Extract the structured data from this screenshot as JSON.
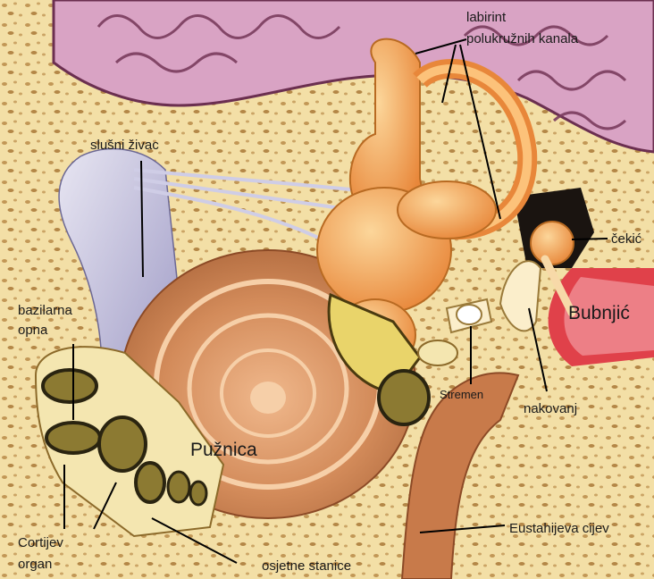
{
  "labels": {
    "labyrinth_line1": "labirint",
    "labyrinth_line2": "polukružnih kanala",
    "auditory_nerve": "slušni živac",
    "basilar_line1": "bazilarna",
    "basilar_line2": "opna",
    "malleus": "čekić",
    "eardrum": "Bubnjić",
    "cochlea": "Pužnica",
    "stapes": "Stremen",
    "incus": "nakovanj",
    "eustachian_tube": "Eustahijeva cijev",
    "organ_line1": "Cortijev",
    "organ_line2": "organ",
    "sensory_cells": "osjetne stanice"
  },
  "colors": {
    "bone": "#f3dfa6",
    "bone_pores": "#b07a3a",
    "tissue_pink": "#d9a3c4",
    "tissue_outline": "#7a3c5e",
    "labyrinth_orange": "#f2a24a",
    "cochlea_brown": "#c87a4a",
    "nerve_blue": "#b9b6d6",
    "eardrum_red": "#e0414a",
    "canal_olive": "#8c7a32"
  }
}
